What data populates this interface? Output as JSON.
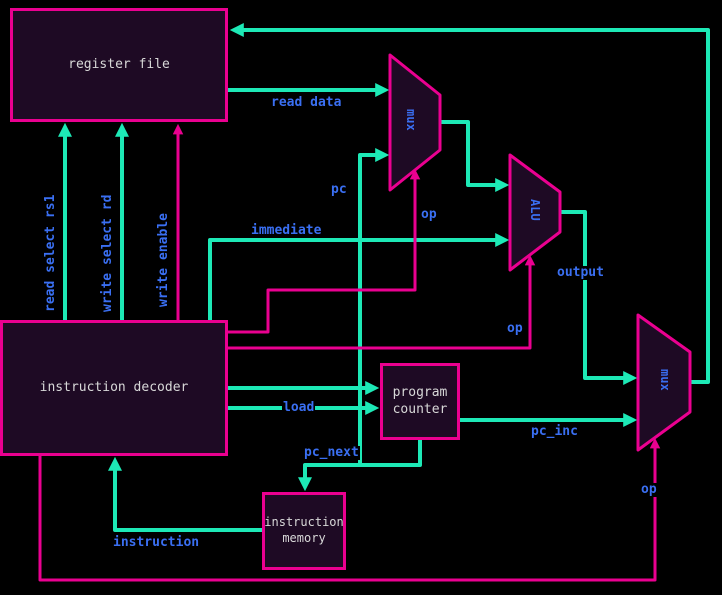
{
  "colors": {
    "wire_cyan": "#1de9b6",
    "wire_magenta": "#ea0090",
    "box_fill": "#1e0a24",
    "box_border": "#ea0090",
    "label_blue": "#3a6ff2",
    "box_text": "#d8d8d8",
    "background": "#000000"
  },
  "blocks": {
    "register_file": "register file",
    "instruction_decoder": "instruction decoder",
    "program_counter": "program counter",
    "instruction_memory": "instruction memory",
    "mux1": "mux",
    "alu": "ALU",
    "mux2": "mux"
  },
  "wire_labels": {
    "read_data": "read data",
    "read_select_rs1": "read select rs1",
    "write_select_rd": "write select rd",
    "write_enable": "write enable",
    "pc": "pc",
    "op_mux1": "op",
    "immediate": "immediate",
    "output": "output",
    "op_alu": "op",
    "load": "load",
    "pc_inc": "pc_inc",
    "pc_next": "pc_next",
    "instruction": "instruction",
    "op_mux2": "op"
  }
}
